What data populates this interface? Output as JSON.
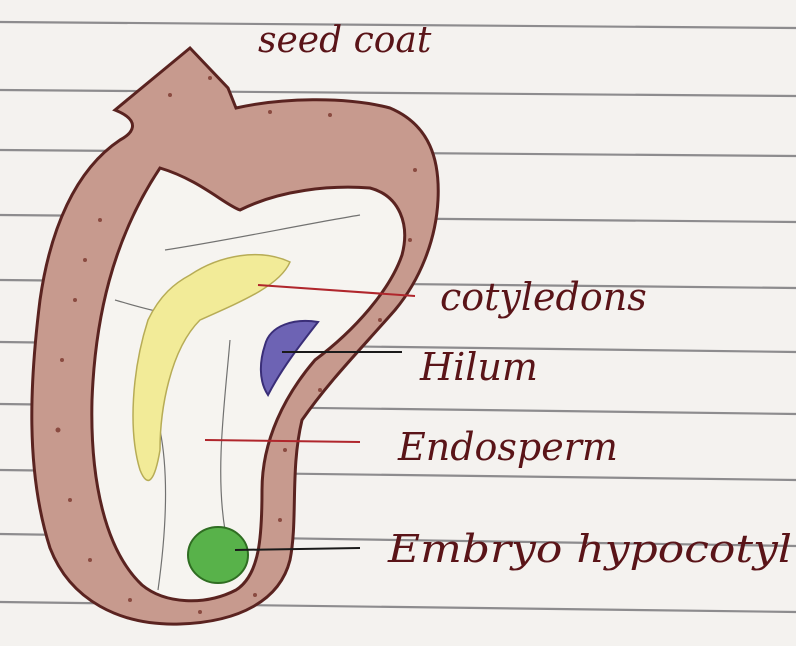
{
  "diagram": {
    "labels": {
      "seed_coat": "seed coat",
      "cotyledons": "cotyledons",
      "hilum": "Hilum",
      "endosperm": "Endosperm",
      "embryo_hypocotyl": "Embryo hypocotyl"
    },
    "colors": {
      "paper": "#f4f2ef",
      "ruled_line": "#8d8c8e",
      "seed_coat_fill": "#c79a8e",
      "outline": "#5a2320",
      "cotyledon_fill": "#f2eb98",
      "hilum_fill": "#6d63b4",
      "embryo_fill": "#58b24a",
      "leader_red": "#b0262c",
      "leader_black": "#1a1a1a",
      "label_ink": "#5a1418"
    }
  }
}
